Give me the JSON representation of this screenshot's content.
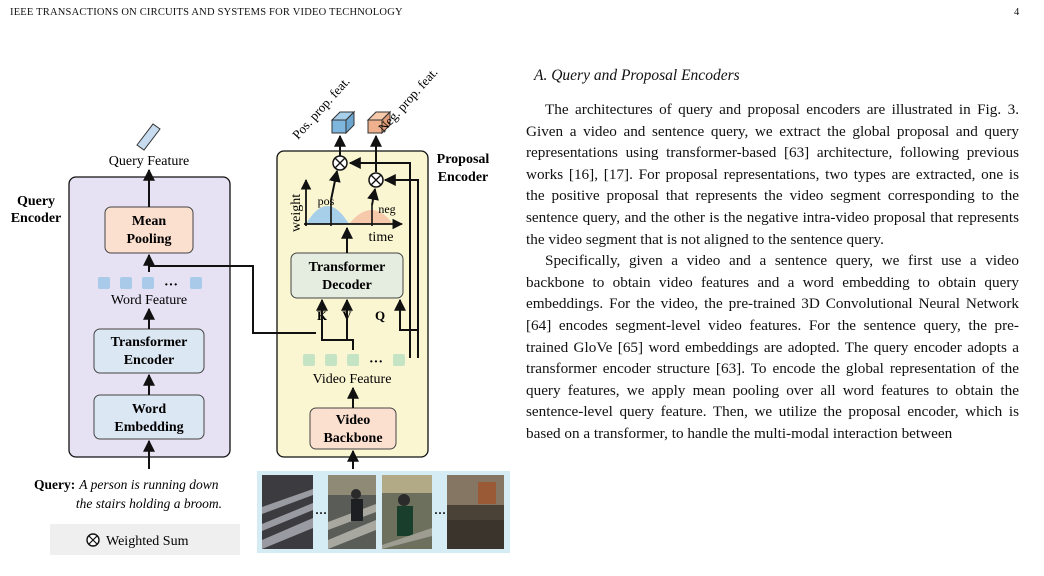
{
  "header": {
    "journal": "IEEE TRANSACTIONS ON CIRCUITS AND SYSTEMS FOR VIDEO TECHNOLOGY",
    "page": "4"
  },
  "figure": {
    "query_encoder": {
      "title_line1": "Query",
      "title_line2": "Encoder",
      "query_feature": "Query Feature",
      "mean_pooling_l1": "Mean",
      "mean_pooling_l2": "Pooling",
      "word_feature": "Word Feature",
      "transformer_encoder_l1": "Transformer",
      "transformer_encoder_l2": "Encoder",
      "word_embedding_l1": "Word",
      "word_embedding_l2": "Embedding",
      "ellipsis": "···"
    },
    "proposal_encoder": {
      "title_line1": "Proposal",
      "title_line2": "Encoder",
      "pos_feat": "Pos. prop. feat.",
      "neg_feat": "Neg. prop. feat.",
      "weight": "weight",
      "time": "time",
      "pos": "pos",
      "neg": "neg",
      "decoder_l1": "Transformer",
      "decoder_l2": "Decoder",
      "k": "K",
      "v": "V",
      "q": "Q",
      "video_feature": "Video Feature",
      "backbone_l1": "Video",
      "backbone_l2": "Backbone",
      "ellipsis": "···"
    },
    "query_label": "Query:",
    "query_text_l1": "A person is running down",
    "query_text_l2": "the stairs holding a broom.",
    "legend": "Weighted Sum",
    "frame_ellipsis": "···"
  },
  "section_title": "A. Query and Proposal Encoders",
  "paragraphs": [
    "The architectures of query and proposal encoders are illustrated in Fig. 3. Given a video and sentence query, we extract the global proposal and query representations using transformer-based [63] architecture, following previous works [16], [17]. For proposal representations, two types are extracted, one is the positive proposal that represents the video segment corresponding to the sentence query, and the other is the negative intra-video proposal that represents the video segment that is not aligned to the sentence query.",
    "Specifically, given a video and a sentence query, we first use a video backbone to obtain video features and a word embedding to obtain query embeddings. For the video, the pre-trained 3D Convolutional Neural Network [64] encodes segment-level video features. For the sentence query, the pre-trained GloVe [65] word embeddings are adopted. The query encoder adopts a transformer encoder structure [63]. To encode the global representation of the query features, we apply mean pooling over all word features to obtain the sentence-level query feature. Then, we utilize the proposal encoder, which is based on a transformer, to handle the multi-modal interaction between"
  ]
}
